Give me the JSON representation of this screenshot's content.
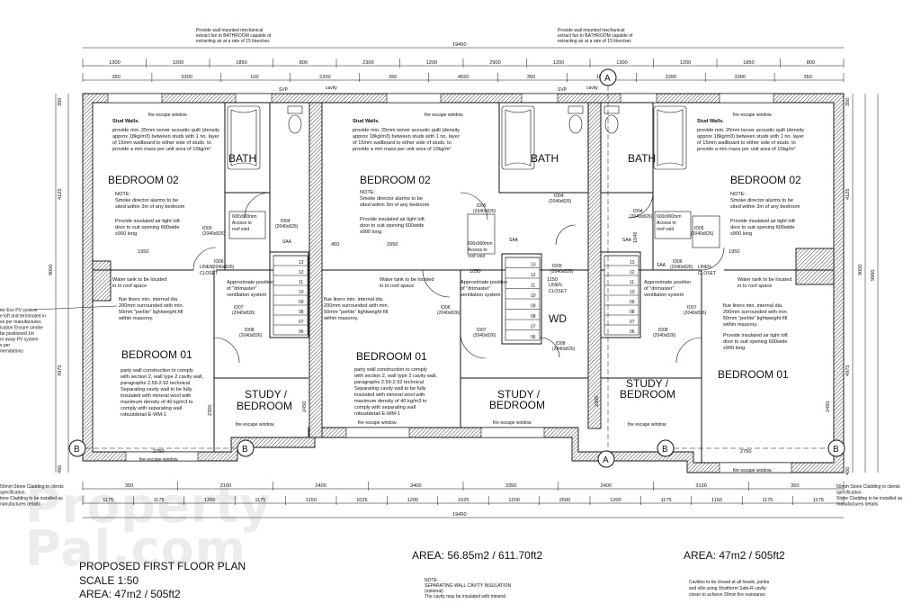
{
  "title": "PROPOSED FIRST FLOOR PLAN",
  "scale": "SCALE 1:50",
  "areas": {
    "left_bottom": "AREA: 47m2 /  505ft2",
    "middle": "AREA: 56.85m2 /  611.70ft2",
    "right": "AREA: 47m2 /  505ft2"
  },
  "watermark": [
    "Property",
    "Pal.com"
  ],
  "top_notes": {
    "left": [
      "Provide wall mounted mechanical",
      "extract fan to BATHROOM capable of",
      "extracting air at a rate of 15 litres/sec"
    ],
    "right": [
      "Provide wall mounted mechanical",
      "extract fan to BATHROOM capable of",
      "extracting air at a rate of 15 litres/sec"
    ]
  },
  "dimensions": {
    "overall_top": "19450",
    "overall_bottom": "19450",
    "top_row1": [
      "1300",
      "1200",
      "1850",
      "800",
      "2300",
      "1200",
      "2900",
      "1200",
      "1300",
      "1200",
      "1850",
      "800"
    ],
    "top_row2": [
      "350",
      "3300",
      "100",
      "2200",
      "350",
      "4550",
      "350",
      "100",
      "2200",
      "3300",
      "350"
    ],
    "bottom_row1": [
      "350",
      "3100",
      "2400",
      "3400",
      "3350",
      "2400",
      "3100",
      "350"
    ],
    "bottom_row2": [
      "1175",
      "1175",
      "1200",
      "1175",
      "1150",
      "1025",
      "1200",
      "1625",
      "1200",
      "2500",
      "1200",
      "1175",
      "1150",
      "1175",
      "1175"
    ],
    "left_side": [
      "4125",
      "4975",
      "9000",
      "350",
      "450"
    ],
    "right_side": [
      "4125",
      "4975",
      "9000",
      "9960",
      "350",
      "450"
    ],
    "internal": [
      "1950",
      "2950",
      "1950",
      "450",
      "2750",
      "2750",
      "2300",
      "2300",
      "1150",
      "1050",
      "1045",
      "2450",
      "2450"
    ]
  },
  "rooms": {
    "bath1": "BATH",
    "bath2": "BATH",
    "bath3": "BATH",
    "bed02_left": "BEDROOM 02",
    "bed02_mid": "BEDROOM 02",
    "bed02_right": "BEDROOM 02",
    "bed01_left": "BEDROOM 01",
    "bed01_mid": "BEDROOM 01",
    "bed01_right": "BEDROOM 01",
    "study1": [
      "STUDY /",
      "BEDROOM"
    ],
    "study2": [
      "STUDY /",
      "BEDROOM"
    ],
    "study3": [
      "STUDY /",
      "BEDROOM"
    ],
    "wd": "WD"
  },
  "stud_walls": {
    "heading": "Stud Walls.",
    "lines": [
      "provide min. 25mm isover acoustic quilt (density",
      "approx 18kg/m3) between studs with 1 no. layer",
      "of 15mm wallboard to either side of studs. to",
      "provide a min mass per unit area of 10kg/m²"
    ]
  },
  "smoke_note": [
    "NOTE:",
    "Smoke director alarms to be",
    "sited within 3m of any bedroom"
  ],
  "loft_note": [
    "Provide insulated air tight loft",
    "door to suit opening 600wide",
    "x900 long"
  ],
  "flue_note": [
    "flue liners min. internal dia.",
    "200mm surrounded with min.",
    "50mm \"perlite\" lightweight fill",
    "within masonry."
  ],
  "water_tank": [
    "Water tank to be located",
    "in to roof space"
  ],
  "vent": [
    "Approximate position",
    "of \"drimaster\"",
    "ventilation system"
  ],
  "party_wall": [
    "party wall construction to comply",
    "with section 2, wall type 2 cavity wall,",
    "paragraphs 2.59-2.92 technical",
    "Separating cavity wall  to be fully",
    "insulated with mineral wool with",
    "maximum density of 40 kg/m3 to",
    "comply with separating wall",
    "robustdetail E-WM-1"
  ],
  "pv_note": [
    "ter Eco PV system",
    "e loft and terminated in",
    "es per manufactures",
    "ication Ensure smoke",
    "be positioned 1m",
    "m away PV system",
    "s per",
    "mendations"
  ],
  "cladding_left": [
    "50mm Stone Cladding to clients",
    "specification.",
    "tone Cladding to be installed as",
    "nanufactures details"
  ],
  "cladding_right": [
    "50mm Stone Cladding to clients",
    "specification.",
    "Stone Cladding to be installed as",
    "manufactures details"
  ],
  "bottom_note": [
    "NOTE:",
    "SEPARATING WALL CAVITY INSULATION",
    "(optional)",
    "The cavity may be insulated with mineral"
  ],
  "cavities_note": [
    "Cavities to be closed at all heads, jambs",
    "and sills using Xtratherm Safe-R cavity",
    "closer to achieve 30min fire resistance"
  ],
  "labels": {
    "fire_escape": "fire escape window.",
    "svp": "SVP",
    "cavity": "cavity",
    "saa": "SAA",
    "linen": [
      "LINEN",
      "CLOSET"
    ],
    "hatch": [
      "600x900mm",
      "Access to",
      "roof void"
    ],
    "sec_a": "A",
    "sec_b": "B",
    "doors": [
      "ID05",
      "(2040x826)",
      "ID04",
      "(2040x826)",
      "ID06",
      "(2040x826)",
      "ID07",
      "(2040x826)",
      "ID08",
      "(2040x826)",
      "ID09",
      "(2040x826)"
    ],
    "stairs": [
      "13",
      "12",
      "11",
      "10",
      "09",
      "08",
      "07",
      "06"
    ]
  }
}
